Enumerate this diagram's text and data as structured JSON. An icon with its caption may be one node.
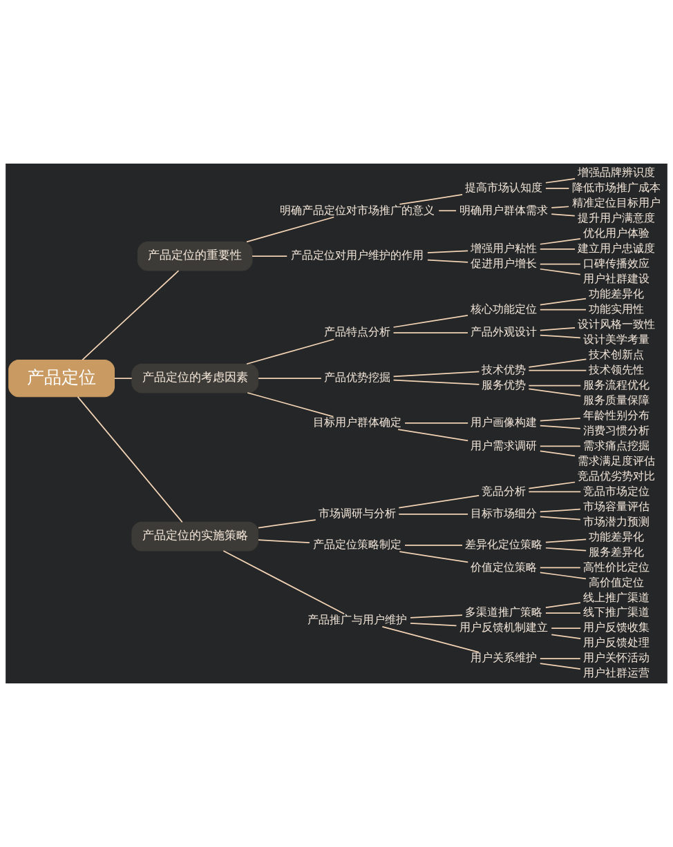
{
  "diagram": {
    "nodes": [
      {
        "text": [
          "产品定位"
        ]
      },
      {
        "text": [
          "产品定位的重要性"
        ]
      },
      {
        "text": [
          "明确产品定位对市场推广的意义"
        ]
      },
      {
        "text": [
          "提高市场认知度"
        ]
      },
      {
        "text": [
          "增强品牌辨识度"
        ]
      },
      {
        "text": [
          "降低市场推广成本"
        ]
      },
      {
        "text": [
          "明确用户群体需求"
        ]
      },
      {
        "text": [
          "精准定位目标用户"
        ]
      },
      {
        "text": [
          "提升用户满意度"
        ]
      },
      {
        "text": [
          "产品定位对用户维护的作用"
        ]
      },
      {
        "text": [
          "增强用户粘性"
        ]
      },
      {
        "text": [
          "优化用户体验"
        ]
      },
      {
        "text": [
          "建立用户忠诚度"
        ]
      },
      {
        "text": [
          "促进用户增长"
        ]
      },
      {
        "text": [
          "口碑传播效应"
        ]
      },
      {
        "text": [
          "用户社群建设"
        ]
      },
      {
        "text": [
          "产品定位的考虑因素"
        ]
      },
      {
        "text": [
          "产品特点分析"
        ]
      },
      {
        "text": [
          "核心功能定位"
        ]
      },
      {
        "text": [
          "功能差异化"
        ]
      },
      {
        "text": [
          "功能实用性"
        ]
      },
      {
        "text": [
          "产品外观设计"
        ]
      },
      {
        "text": [
          "设计风格一致性"
        ]
      },
      {
        "text": [
          "设计美学考量"
        ]
      },
      {
        "text": [
          "产品优势挖掘"
        ]
      },
      {
        "text": [
          "技术优势"
        ]
      },
      {
        "text": [
          "技术创新点"
        ]
      },
      {
        "text": [
          "技术领先性"
        ]
      },
      {
        "text": [
          "服务优势"
        ]
      },
      {
        "text": [
          "服务流程优化"
        ]
      },
      {
        "text": [
          "服务质量保障"
        ]
      },
      {
        "text": [
          "目标用户群体确定"
        ]
      },
      {
        "text": [
          "用户画像构建"
        ]
      },
      {
        "text": [
          "年龄性别分布"
        ]
      },
      {
        "text": [
          "消费习惯分析"
        ]
      },
      {
        "text": [
          "用户需求调研"
        ]
      },
      {
        "text": [
          "需求痛点挖掘"
        ]
      },
      {
        "text": [
          "需求满足度评估"
        ]
      },
      {
        "text": [
          "产品定位的实施策略"
        ]
      },
      {
        "text": [
          "市场调研与分析"
        ]
      },
      {
        "text": [
          "竞品分析"
        ]
      },
      {
        "text": [
          "竞品优劣势对比"
        ]
      },
      {
        "text": [
          "竞品市场定位"
        ]
      },
      {
        "text": [
          "目标市场细分"
        ]
      },
      {
        "text": [
          "市场容量评估"
        ]
      },
      {
        "text": [
          "市场潜力预测"
        ]
      },
      {
        "text": [
          "产品定位策略制定"
        ]
      },
      {
        "text": [
          "差异化定位策略"
        ]
      },
      {
        "text": [
          "功能差异化"
        ]
      },
      {
        "text": [
          "服务差异化"
        ]
      },
      {
        "text": [
          "价值定位策略"
        ]
      },
      {
        "text": [
          "高性价比定位"
        ]
      },
      {
        "text": [
          "高价值定位"
        ]
      },
      {
        "text": [
          "产品推广与用户维护"
        ]
      },
      {
        "text": [
          "多渠道推广策略"
        ]
      },
      {
        "text": [
          "线上推广渠道"
        ]
      },
      {
        "text": [
          "线下推广渠道"
        ]
      },
      {
        "text": [
          "用户反馈机制建立"
        ]
      },
      {
        "text": [
          "用户反馈收集"
        ]
      },
      {
        "text": [
          "用户反馈处理"
        ]
      },
      {
        "text": [
          "用户关系维护"
        ]
      },
      {
        "text": [
          "用户关怀活动"
        ]
      },
      {
        "text": [
          "用户社群运营"
        ]
      }
    ],
    "edges": [
      {
        "from": 0,
        "to": 1,
        "arrow": "none"
      },
      {
        "from": 1,
        "to": 2,
        "arrow": "none"
      },
      {
        "from": 2,
        "to": 3,
        "arrow": "none"
      },
      {
        "from": 3,
        "to": 4,
        "arrow": "none"
      },
      {
        "from": 3,
        "to": 5,
        "arrow": "none"
      },
      {
        "from": 2,
        "to": 6,
        "arrow": "none"
      },
      {
        "from": 6,
        "to": 7,
        "arrow": "none"
      },
      {
        "from": 6,
        "to": 8,
        "arrow": "none"
      },
      {
        "from": 1,
        "to": 9,
        "arrow": "none"
      },
      {
        "from": 9,
        "to": 10,
        "arrow": "none"
      },
      {
        "from": 10,
        "to": 11,
        "arrow": "none"
      },
      {
        "from": 10,
        "to": 12,
        "arrow": "none"
      },
      {
        "from": 9,
        "to": 13,
        "arrow": "none"
      },
      {
        "from": 13,
        "to": 14,
        "arrow": "none"
      },
      {
        "from": 13,
        "to": 15,
        "arrow": "none"
      },
      {
        "from": 0,
        "to": 16,
        "arrow": "none"
      },
      {
        "from": 16,
        "to": 17,
        "arrow": "none"
      },
      {
        "from": 17,
        "to": 18,
        "arrow": "none"
      },
      {
        "from": 18,
        "to": 19,
        "arrow": "none"
      },
      {
        "from": 18,
        "to": 20,
        "arrow": "none"
      },
      {
        "from": 17,
        "to": 21,
        "arrow": "none"
      },
      {
        "from": 21,
        "to": 22,
        "arrow": "none"
      },
      {
        "from": 21,
        "to": 23,
        "arrow": "none"
      },
      {
        "from": 16,
        "to": 24,
        "arrow": "none"
      },
      {
        "from": 24,
        "to": 25,
        "arrow": "none"
      },
      {
        "from": 25,
        "to": 26,
        "arrow": "none"
      },
      {
        "from": 25,
        "to": 27,
        "arrow": "none"
      },
      {
        "from": 24,
        "to": 28,
        "arrow": "none"
      },
      {
        "from": 28,
        "to": 29,
        "arrow": "none"
      },
      {
        "from": 28,
        "to": 30,
        "arrow": "none"
      },
      {
        "from": 16,
        "to": 31,
        "arrow": "none"
      },
      {
        "from": 31,
        "to": 32,
        "arrow": "none"
      },
      {
        "from": 32,
        "to": 33,
        "arrow": "none"
      },
      {
        "from": 32,
        "to": 34,
        "arrow": "none"
      },
      {
        "from": 31,
        "to": 35,
        "arrow": "none"
      },
      {
        "from": 35,
        "to": 36,
        "arrow": "none"
      },
      {
        "from": 35,
        "to": 37,
        "arrow": "none"
      },
      {
        "from": 0,
        "to": 38,
        "arrow": "none"
      },
      {
        "from": 38,
        "to": 39,
        "arrow": "none"
      },
      {
        "from": 39,
        "to": 40,
        "arrow": "none"
      },
      {
        "from": 40,
        "to": 41,
        "arrow": "none"
      },
      {
        "from": 40,
        "to": 42,
        "arrow": "none"
      },
      {
        "from": 39,
        "to": 43,
        "arrow": "none"
      },
      {
        "from": 43,
        "to": 44,
        "arrow": "none"
      },
      {
        "from": 43,
        "to": 45,
        "arrow": "none"
      },
      {
        "from": 38,
        "to": 46,
        "arrow": "none"
      },
      {
        "from": 46,
        "to": 47,
        "arrow": "none"
      },
      {
        "from": 47,
        "to": 48,
        "arrow": "none"
      },
      {
        "from": 47,
        "to": 49,
        "arrow": "none"
      },
      {
        "from": 46,
        "to": 50,
        "arrow": "none"
      },
      {
        "from": 50,
        "to": 51,
        "arrow": "none"
      },
      {
        "from": 50,
        "to": 52,
        "arrow": "none"
      },
      {
        "from": 38,
        "to": 53,
        "arrow": "none"
      },
      {
        "from": 53,
        "to": 54,
        "arrow": "none"
      },
      {
        "from": 54,
        "to": 55,
        "arrow": "none"
      },
      {
        "from": 54,
        "to": 56,
        "arrow": "none"
      },
      {
        "from": 53,
        "to": 57,
        "arrow": "none"
      },
      {
        "from": 57,
        "to": 58,
        "arrow": "none"
      },
      {
        "from": 57,
        "to": 59,
        "arrow": "none"
      },
      {
        "from": 53,
        "to": 60,
        "arrow": "none"
      },
      {
        "from": 60,
        "to": 61,
        "arrow": "none"
      },
      {
        "from": 60,
        "to": 62,
        "arrow": "none"
      }
    ]
  }
}
